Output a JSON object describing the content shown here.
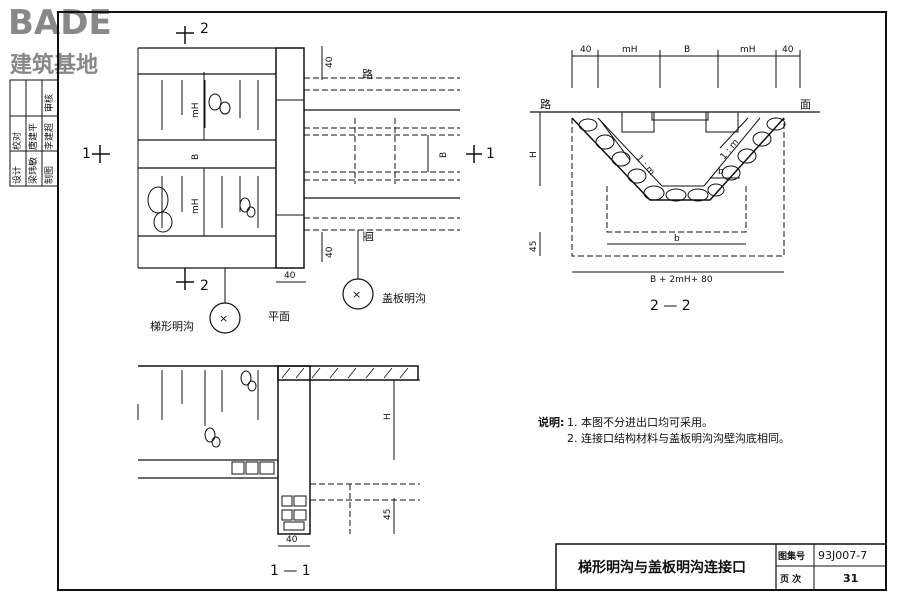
{
  "logo": {
    "brand": "BADE",
    "subtitle": "建筑基地"
  },
  "sidebar_stamp": {
    "rows": [
      {
        "role": "校对",
        "name": "唐建平"
      },
      {
        "role": "设计",
        "name": "梁玮敏"
      },
      {
        "role": "制图",
        "name": "李建超"
      }
    ],
    "extra": "审核"
  },
  "plan": {
    "caption": "平面",
    "section_mark_1": "1",
    "section_mark_2": "2",
    "dims": {
      "mH": "mH",
      "B": "B",
      "d40": "40"
    },
    "road_label": "路",
    "surface_label": "面",
    "trapezoid_label": "梯形明沟",
    "covered_label": "盖板明沟"
  },
  "section22": {
    "caption": "2 — 2",
    "top_dims": [
      "40",
      "mH",
      "B",
      "mH",
      "40"
    ],
    "road": "路",
    "surface": "面",
    "H": "H",
    "slope": "1 : m",
    "d45": "45",
    "b_inner": "b",
    "b_bottom": "b",
    "total": "B + 2mH+ 80"
  },
  "section11": {
    "caption": "1 — 1",
    "H": "H",
    "d45": "45",
    "d40": "40"
  },
  "notes": {
    "prefix": "说明:",
    "items": [
      "1.  本图不分进出口均可采用。",
      "2.  连接口结构材料与盖板明沟沟壁沟底相同。"
    ]
  },
  "title_block": {
    "title": "梯形明沟与盖板明沟连接口",
    "atlas_label": "图集号",
    "atlas_value": "93J007-7",
    "page_label": "页    次",
    "page_value": "31"
  }
}
